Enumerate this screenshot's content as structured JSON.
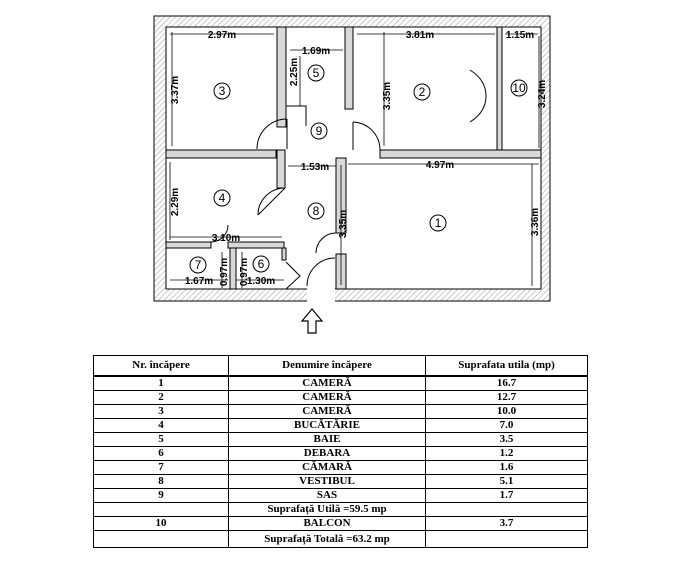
{
  "plan": {
    "dimensions": [
      "2.97m",
      "1.69m",
      "3.81m",
      "1.15m",
      "3.37m",
      "2.25m",
      "3.35m",
      "3.24m",
      "1.53m",
      "4.97m",
      "2.29m",
      "3.35m",
      "3.36m",
      "3.10m",
      "0.97m",
      "0.97m",
      "1.67m",
      "1.30m"
    ],
    "room_numbers": [
      "1",
      "2",
      "3",
      "4",
      "5",
      "6",
      "7",
      "8",
      "9",
      "10"
    ],
    "entrance_icon": "up-arrow-icon"
  },
  "table": {
    "headers": [
      "Nr. încăpere",
      "Denumire încăpere",
      "Suprafata utila (mp)"
    ],
    "rows_useful": [
      [
        "1",
        "CAMERĂ",
        "16.7"
      ],
      [
        "2",
        "CAMERĂ",
        "12.7"
      ],
      [
        "3",
        "CAMERĂ",
        "10.0"
      ],
      [
        "4",
        "BUCĂTĂRIE",
        "7.0"
      ],
      [
        "5",
        "BAIE",
        "3.5"
      ],
      [
        "6",
        "DEBARA",
        "1.2"
      ],
      [
        "7",
        "CĂMARĂ",
        "1.6"
      ],
      [
        "8",
        "VESTIBUL",
        "5.1"
      ],
      [
        "9",
        "SAS",
        "1.7"
      ]
    ],
    "useful_total": "Suprafață Utilă =59.5 mp",
    "rows_balcony": [
      [
        "10",
        "BALCON",
        "3.7"
      ]
    ],
    "grand_total": "Suprafață Totală =63.2 mp"
  }
}
